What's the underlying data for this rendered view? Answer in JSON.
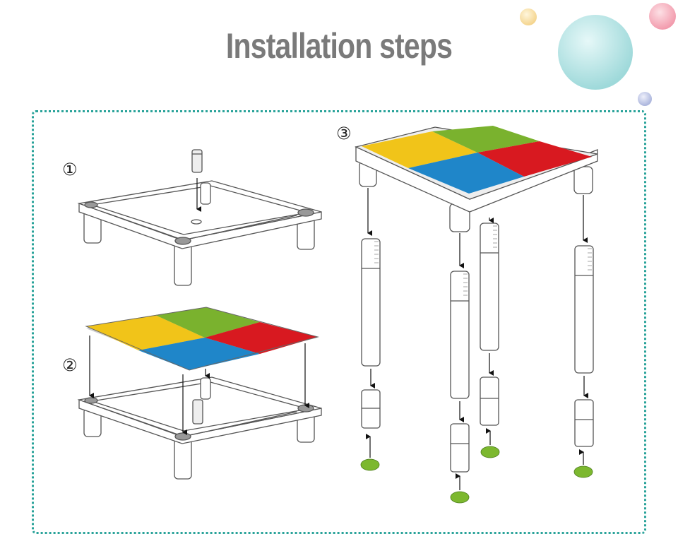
{
  "title": "Installation steps",
  "steps": [
    {
      "marker": "①"
    },
    {
      "marker": "②"
    },
    {
      "marker": "③"
    }
  ],
  "colors": {
    "title": "#7a7a7a",
    "frame": "#2aa39a",
    "yellow": "#f1c419",
    "green": "#7ab22e",
    "red": "#d81920",
    "blue": "#1f86c9",
    "foot": "#7cb82f",
    "bubble_big": "#b8e6e6",
    "bubble_pink": "#f6b8c4",
    "bubble_yellow": "#f8e2b0",
    "bubble_blue": "#c4cce8"
  }
}
